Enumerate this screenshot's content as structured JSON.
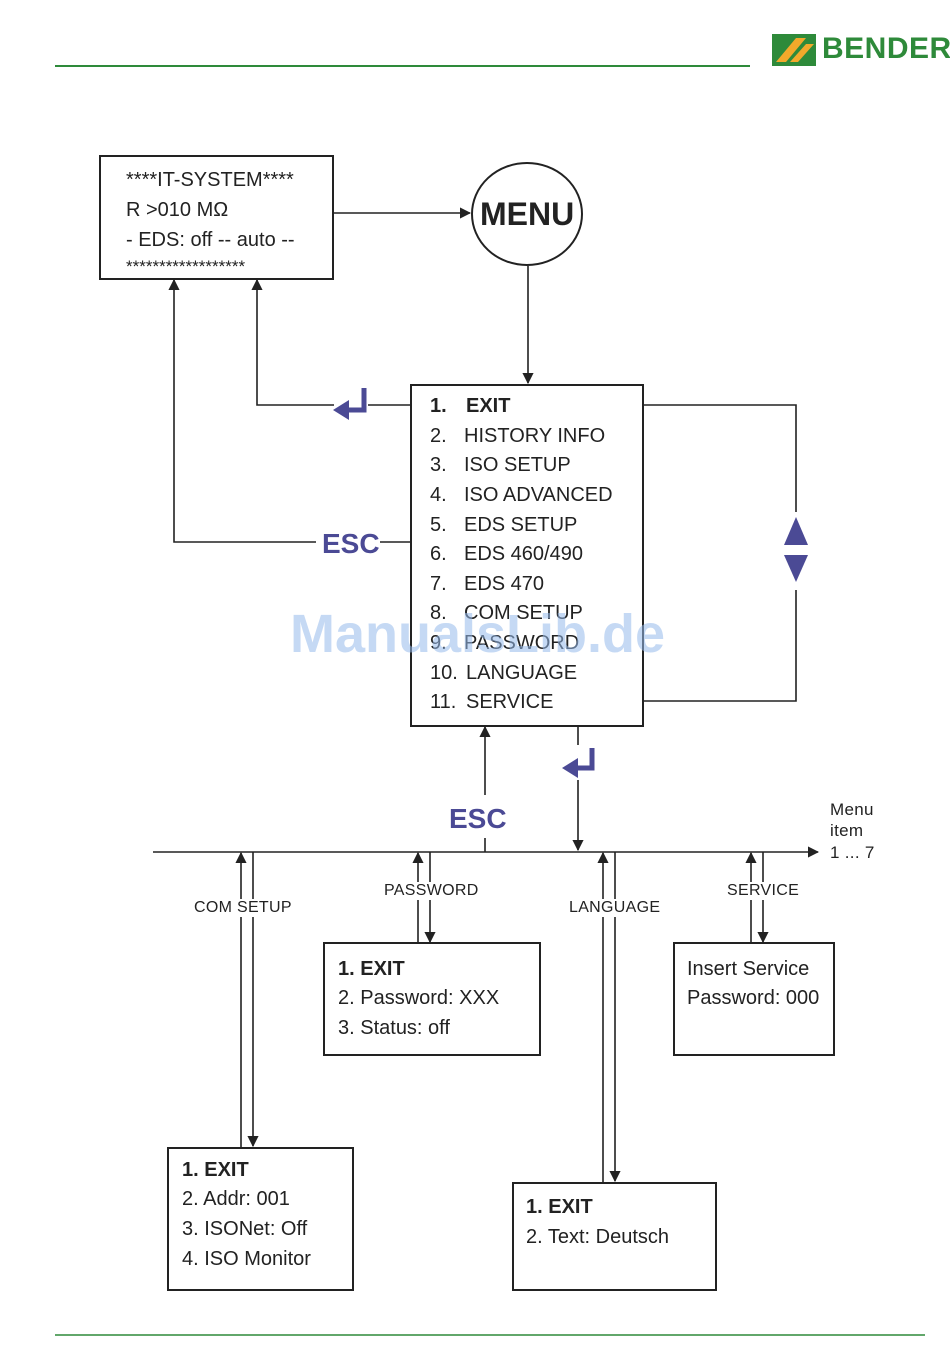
{
  "brand": {
    "name": "BENDER",
    "color": "#2e8a3a"
  },
  "watermark": "ManualsLib.de",
  "status_display": {
    "line1": "****IT-SYSTEM****",
    "line2_prefix": "R >010 MΩ",
    "line3": "- EDS: off -- auto --",
    "line4": "******************"
  },
  "menu_button": "MENU",
  "main_menu": {
    "items": [
      {
        "num": "1.",
        "label": "EXIT"
      },
      {
        "num": "2.",
        "label": "HISTORY INFO"
      },
      {
        "num": "3.",
        "label": "ISO SETUP"
      },
      {
        "num": "4.",
        "label": "ISO ADVANCED"
      },
      {
        "num": "5.",
        "label": "EDS SETUP"
      },
      {
        "num": "6.",
        "label": "EDS 460/490"
      },
      {
        "num": "7.",
        "label": "EDS 470"
      },
      {
        "num": "8.",
        "label": "COM SETUP"
      },
      {
        "num": "9.",
        "label": "PASSWORD"
      },
      {
        "num": "10.",
        "label": "LANGUAGE"
      },
      {
        "num": "11.",
        "label": "SERVICE"
      }
    ]
  },
  "esc_label_1": "ESC",
  "esc_label_2": "ESC",
  "menu_item_note": {
    "line1": "Menu",
    "line2": "item",
    "line3": "1 ... 7"
  },
  "branch_labels": {
    "com_setup": "COM SETUP",
    "password": "PASSWORD",
    "language": "LANGUAGE",
    "service": "SERVICE"
  },
  "password_menu": {
    "item1": "1. EXIT",
    "item2": "2. Password:  XXX",
    "item3": "3. Status:  off"
  },
  "service_box": {
    "line1": "Insert Service",
    "line2": "Password: 000"
  },
  "com_menu": {
    "item1": "1. EXIT",
    "item2": "2. Addr: 001",
    "item3": "3. ISONet: Off",
    "item4": "4. ISO Monitor"
  },
  "language_menu": {
    "item1": "1. EXIT",
    "item2": "2. Text: Deutsch"
  },
  "colors": {
    "accent": "#4b4a95",
    "rule": "#2e8a3a"
  }
}
